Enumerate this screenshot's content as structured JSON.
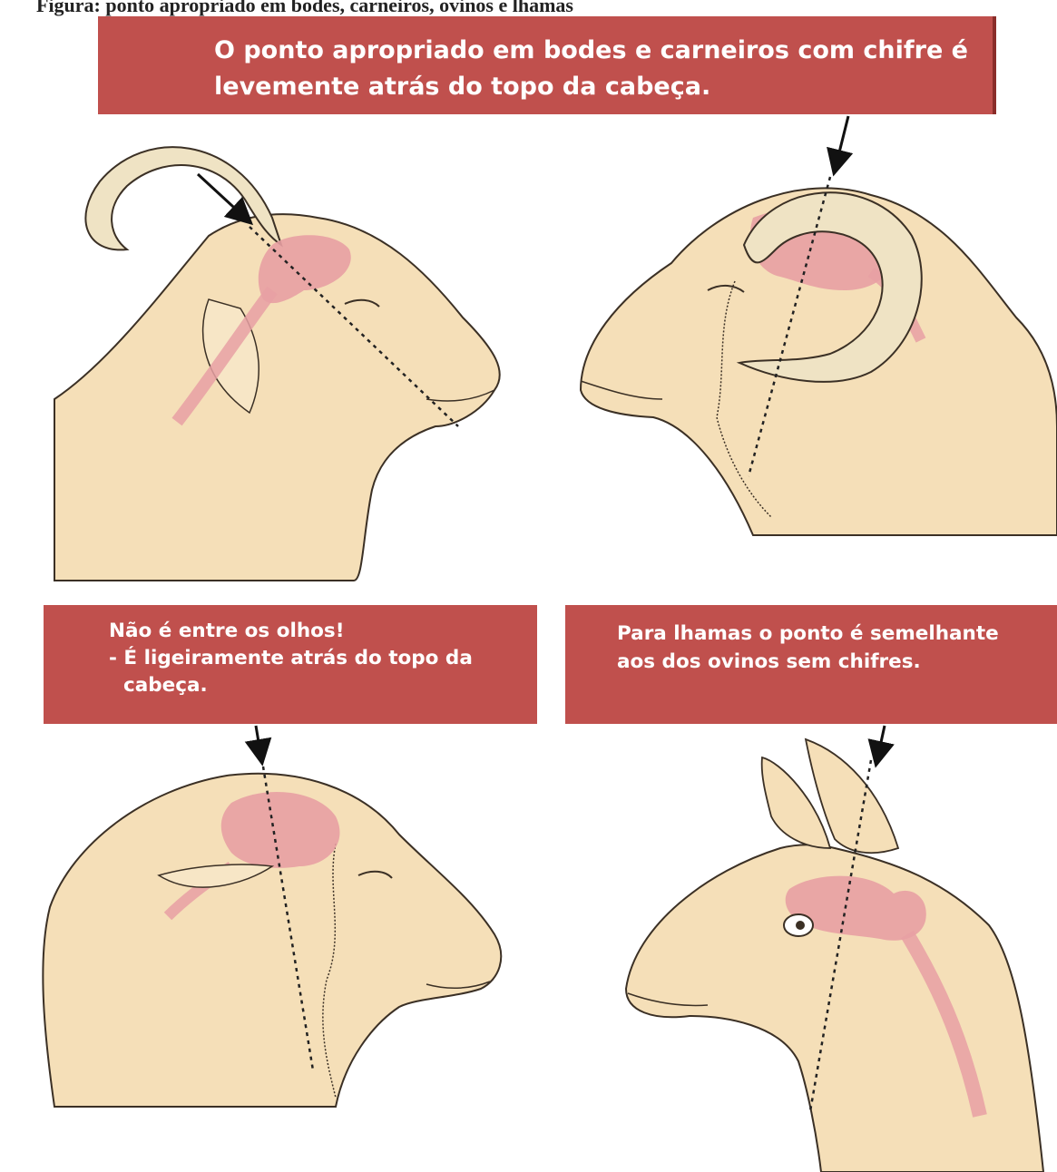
{
  "clipped_caption": "Figura: ponto apropriado em bodes, carneiros, ovinos e lhamas",
  "labels": {
    "top": {
      "line1": "O ponto apropriado em bodes e carneiros com chifre é",
      "line2": "levemente atrás do topo da cabeça."
    },
    "bottom_left": {
      "line1": "Não é entre os olhos!",
      "line2": "- É ligeiramente atrás do topo da",
      "line3": "cabeça."
    },
    "bottom_right": {
      "line1": "Para lhamas  o ponto é semelhante",
      "line2": "aos dos ovinos sem chifres."
    }
  },
  "colors": {
    "label_background": "#c0504d",
    "label_text": "#ffffff",
    "skin": "#f5dfb8",
    "brain": "#e8a0a3",
    "outline": "#3b3025"
  },
  "icons": [
    "goat-head",
    "ram-head",
    "sheep-head",
    "llama-head",
    "pointer-arrow",
    "dashed-guide-line"
  ]
}
